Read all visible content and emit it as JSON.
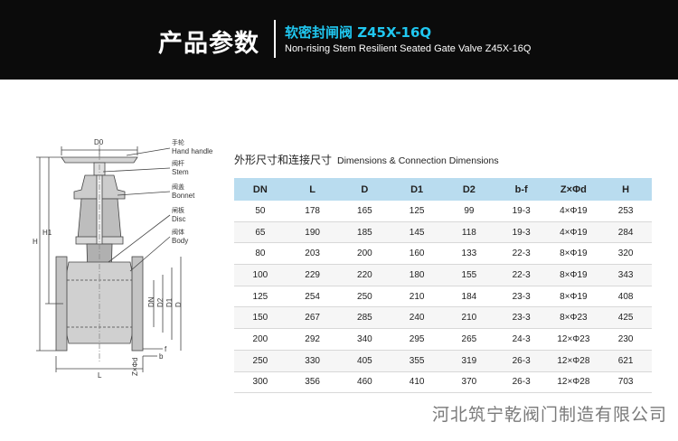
{
  "header": {
    "title": "产品参数",
    "subtitle_cn": "软密封闸阀  Z45X-16Q",
    "subtitle_en": "Non-rising Stem Resilient Seated Gate Valve Z45X-16Q"
  },
  "drawing": {
    "labels": {
      "d0": "D0",
      "h": "H",
      "h1": "H1",
      "dn": "DN",
      "d2": "D2",
      "d1": "D1",
      "d": "D",
      "l": "L",
      "b": "b",
      "f": "f",
      "z": "Z×Φd"
    },
    "parts": [
      {
        "cn": "手轮",
        "en": "Hand handle"
      },
      {
        "cn": "阀杆",
        "en": "Stem"
      },
      {
        "cn": "阀盖",
        "en": "Bonnet"
      },
      {
        "cn": "闸板",
        "en": "Disc"
      },
      {
        "cn": "阀体",
        "en": "Body"
      }
    ]
  },
  "table": {
    "title_cn": "外形尺寸和连接尺寸",
    "title_en": "Dimensions & Connection Dimensions",
    "columns": [
      "DN",
      "L",
      "D",
      "D1",
      "D2",
      "b-f",
      "Z×Φd",
      "H"
    ],
    "rows": [
      [
        "50",
        "178",
        "165",
        "125",
        "99",
        "19-3",
        "4×Φ19",
        "253"
      ],
      [
        "65",
        "190",
        "185",
        "145",
        "118",
        "19-3",
        "4×Φ19",
        "284"
      ],
      [
        "80",
        "203",
        "200",
        "160",
        "133",
        "22-3",
        "8×Φ19",
        "320"
      ],
      [
        "100",
        "229",
        "220",
        "180",
        "155",
        "22-3",
        "8×Φ19",
        "343"
      ],
      [
        "125",
        "254",
        "250",
        "210",
        "184",
        "23-3",
        "8×Φ19",
        "408"
      ],
      [
        "150",
        "267",
        "285",
        "240",
        "210",
        "23-3",
        "8×Φ23",
        "425"
      ],
      [
        "200",
        "292",
        "340",
        "295",
        "265",
        "24-3",
        "12×Φ23",
        "230"
      ],
      [
        "250",
        "330",
        "405",
        "355",
        "319",
        "26-3",
        "12×Φ28",
        "621"
      ],
      [
        "300",
        "356",
        "460",
        "410",
        "370",
        "26-3",
        "12×Φ28",
        "703"
      ]
    ]
  },
  "footer": {
    "company": "河北筑宁乾阀门制造有限公司"
  }
}
